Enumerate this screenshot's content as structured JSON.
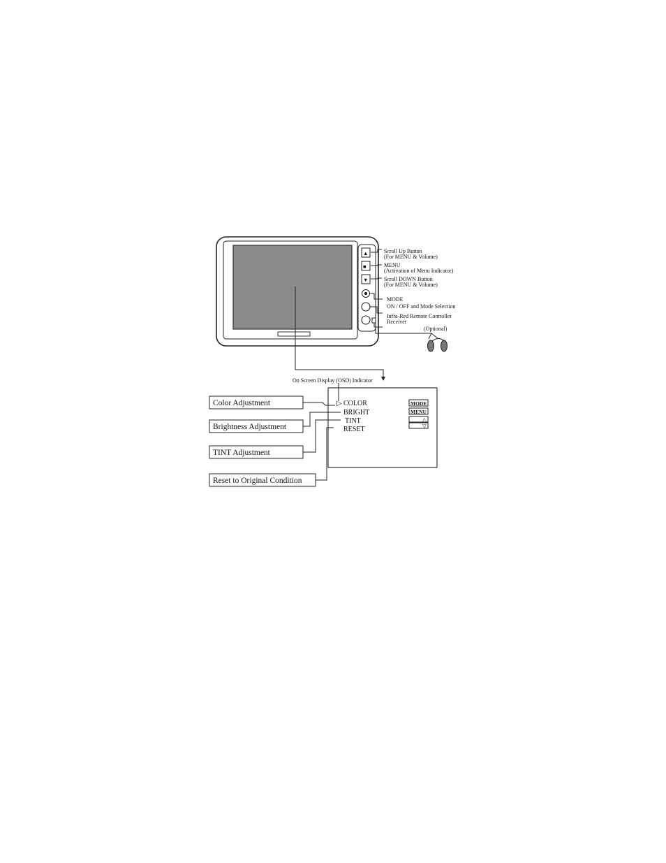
{
  "callouts": {
    "scroll_up": {
      "line1": "Scroll Up Button",
      "line2": "(For MENU & Volume)"
    },
    "menu": {
      "line1": "MENU",
      "line2": "(Activation of Menu Indicator)"
    },
    "scroll_down": {
      "line1": "Scroll DOWN Button",
      "line2": "(For MENU & Volume)"
    },
    "mode": {
      "line1": "MODE",
      "line2": "ON / OFF and Mode Selection"
    },
    "ir": {
      "line1": "Infra-Red Remote Controller",
      "line2": "Receiver"
    },
    "optional": "(Optional)",
    "osd_indicator": "On Screen Display (OSD) Indicator"
  },
  "osd_menu": {
    "cursor": "▷",
    "items": [
      "COLOR",
      "BRIGHT",
      "TINT",
      "RESET"
    ],
    "side_keys": [
      "MODE",
      "MENU",
      "△",
      "▽"
    ]
  },
  "adjustments": [
    "Color  Adjustment",
    "Brightness  Adjustment",
    "TINT  Adjustment",
    "Reset  to  Original  Condition"
  ]
}
